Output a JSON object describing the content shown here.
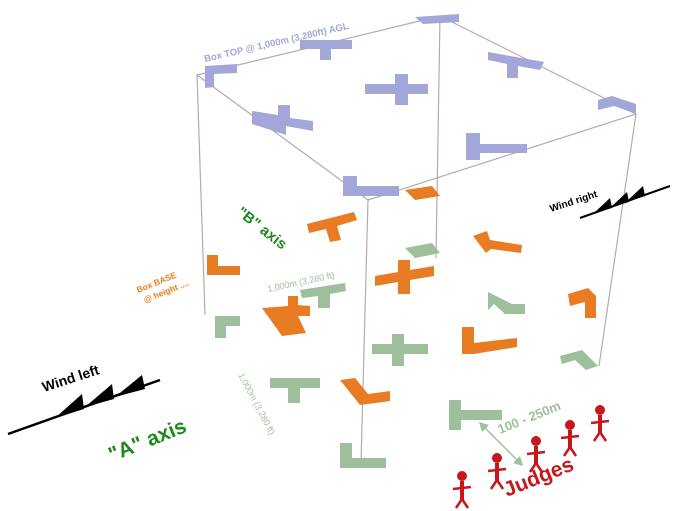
{
  "labels": {
    "box_top": "Box TOP @ 1,000m (3,280ft) AGL",
    "b_axis": "\"B\" axis",
    "box_base_line1": "Box BASE",
    "box_base_line2": "@ height ....",
    "b_dimension": "1,000m (3,280 ft)",
    "a_dimension": "1,000m (3,280 ft)",
    "a_axis": "\"A\" axis",
    "wind_left": "Wind left",
    "wind_right": "Wind right",
    "judges_distance": "100 - 250m",
    "judges": "Judges"
  },
  "colors": {
    "top_markers": "#a3a6d9",
    "base_markers": "#e87c22",
    "ground_markers": "#9dbf9c",
    "axis_text": "#1d8a1d",
    "judges": "#c8161d",
    "box_edges": "#b9a8ae",
    "base_label": "#e87c22"
  },
  "icons": {
    "wind_arrow": "wind-arrow-icon",
    "judge_figure": "judge-figure-icon",
    "distance_arrow": "double-arrow-icon"
  }
}
